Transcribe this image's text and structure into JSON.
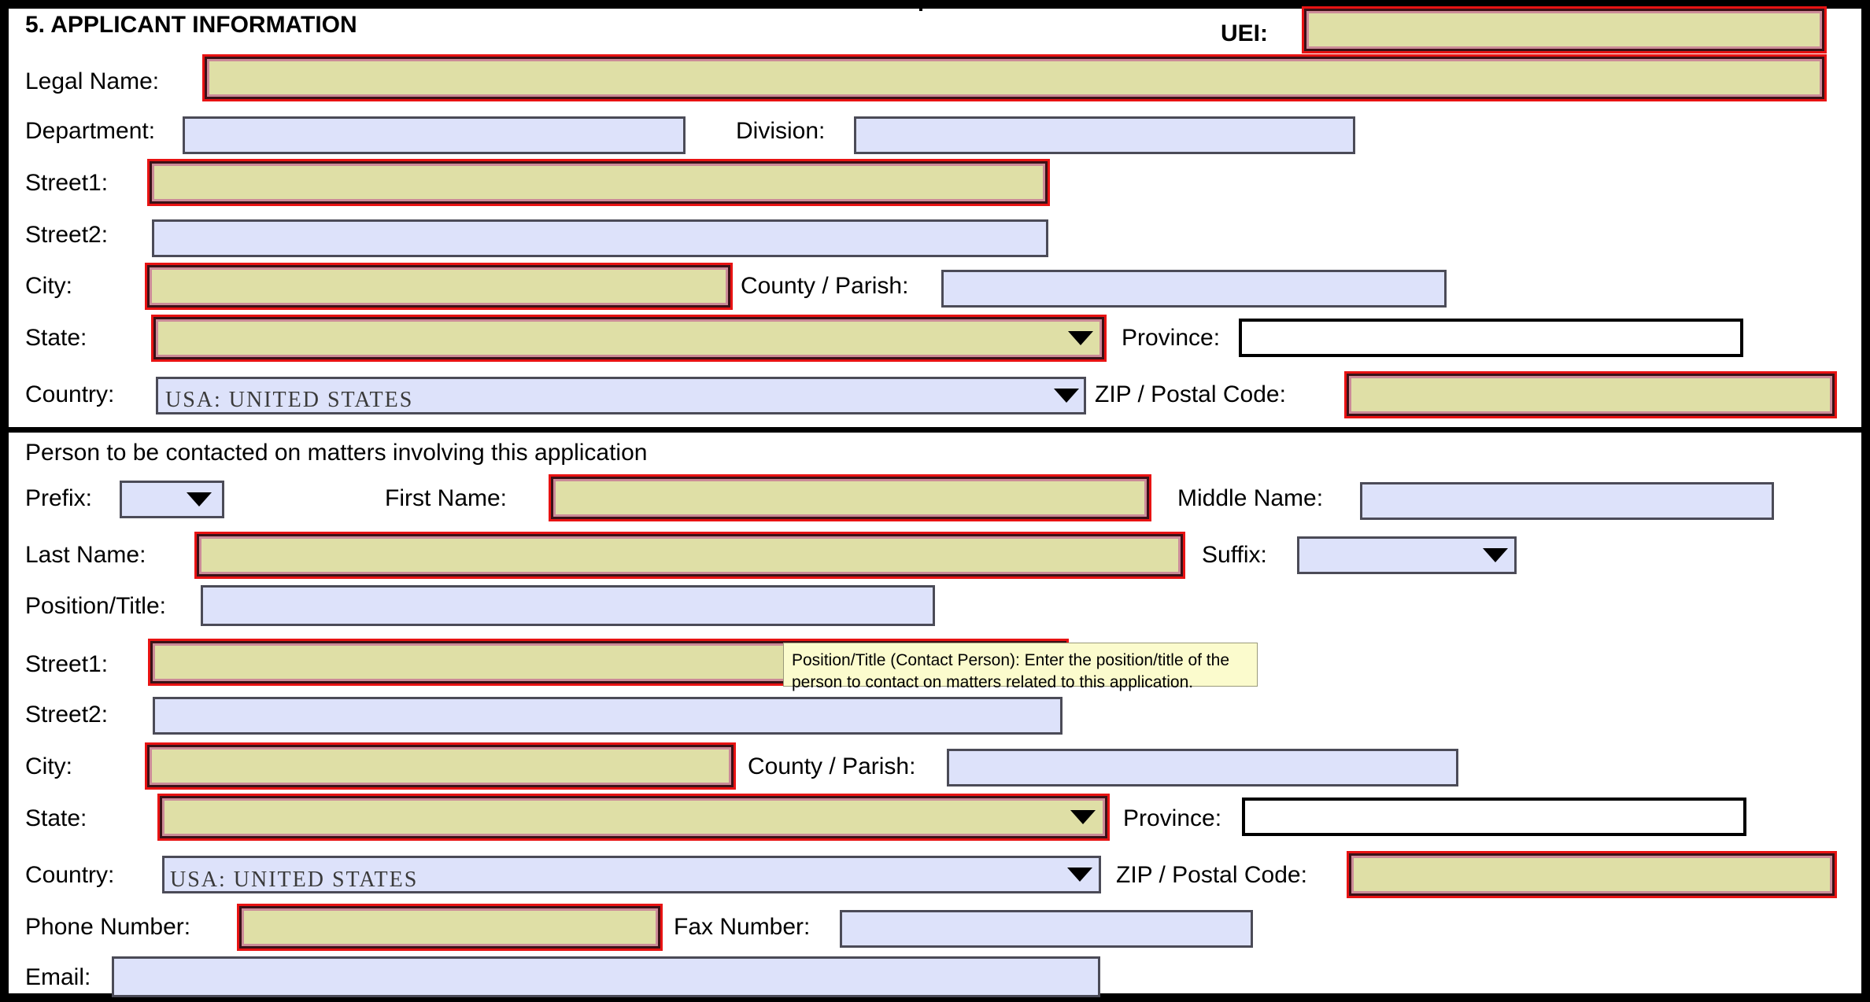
{
  "form": {
    "section_number_title": "5. APPLICANT INFORMATION",
    "contact_section_heading": "Person to be contacted on matters involving this application",
    "uei_label": "UEI:"
  },
  "applicant": {
    "legal_name_label": "Legal Name:",
    "department_label": "Department:",
    "division_label": "Division:",
    "street1_label": "Street1:",
    "street2_label": "Street2:",
    "city_label": "City:",
    "county_label": "County / Parish:",
    "state_label": "State:",
    "province_label": "Province:",
    "country_label": "Country:",
    "zip_label": "ZIP / Postal Code:",
    "uei_value": "",
    "legal_name_value": "",
    "department_value": "",
    "division_value": "",
    "street1_value": "",
    "street2_value": "",
    "city_value": "",
    "county_value": "",
    "state_value": "",
    "province_value": "",
    "country_value": "USA: UNITED STATES",
    "zip_value": ""
  },
  "contact": {
    "prefix_label": "Prefix:",
    "first_name_label": "First Name:",
    "middle_name_label": "Middle Name:",
    "last_name_label": "Last Name:",
    "suffix_label": "Suffix:",
    "position_title_label": "Position/Title:",
    "street1_label": "Street1:",
    "street2_label": "Street2:",
    "city_label": "City:",
    "county_label": "County / Parish:",
    "state_label": "State:",
    "province_label": "Province:",
    "country_label": "Country:",
    "zip_label": "ZIP / Postal Code:",
    "phone_label": "Phone Number:",
    "fax_label": "Fax Number:",
    "email_label": "Email:",
    "prefix_value": "",
    "first_name_value": "",
    "middle_name_value": "",
    "last_name_value": "",
    "suffix_value": "",
    "position_title_value": "",
    "street1_value": "",
    "street2_value": "",
    "city_value": "",
    "county_value": "",
    "state_value": "",
    "province_value": "",
    "country_value": "USA: UNITED STATES",
    "zip_value": "",
    "phone_value": "",
    "fax_value": "",
    "email_value": ""
  },
  "tooltip": {
    "text": "Position/Title (Contact Person): Enter the position/title of the person to contact on matters related to this application."
  },
  "colors": {
    "required_fill": "#dfdfa6",
    "required_outline": "#e81313",
    "optional_fill": "#dde2fa",
    "optional_border": "#4b4b57",
    "disabled_fill": "#ffffff",
    "tooltip_fill": "#fbfbcd",
    "frame": "#000000"
  }
}
